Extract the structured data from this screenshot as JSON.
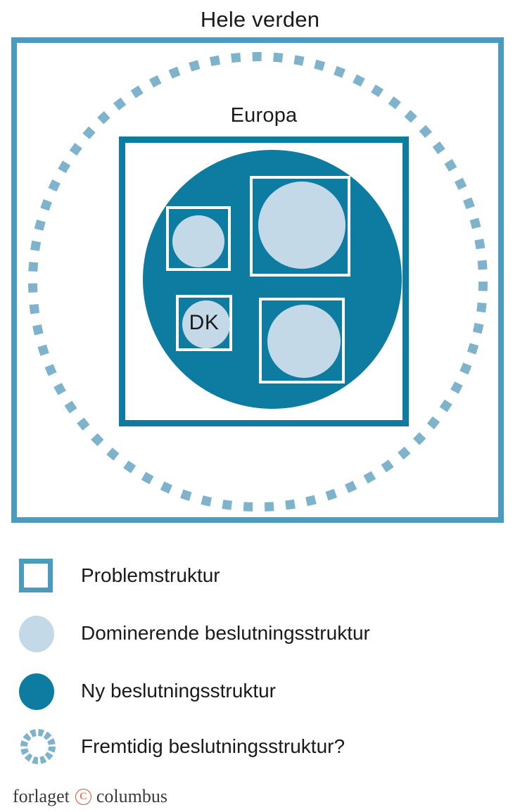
{
  "diagram": {
    "world_label": "Hele verden",
    "europa_label": "Europa",
    "dk_label": "DK",
    "colors": {
      "outer_frame_blue": "#4a9bbd",
      "europa_frame_blue": "#0e7ba0",
      "new_structure_blue": "#0e7ba0",
      "dominant_structure_light_blue": "#c3d9e8",
      "dotted_circle_blue": "#7fb3cc",
      "inner_box_border_white": "#ffffff",
      "text_black": "#1a1a1a",
      "logo_orange": "#e0502a"
    },
    "inner_boxes": [
      {
        "name": "top-left",
        "label": ""
      },
      {
        "name": "top-right",
        "label": ""
      },
      {
        "name": "bottom-left",
        "label": "DK"
      },
      {
        "name": "bottom-right",
        "label": ""
      }
    ]
  },
  "legend": {
    "items": [
      {
        "marker": "square-outline",
        "label": "Problemstruktur"
      },
      {
        "marker": "light-blue-circle",
        "label": "Dominerende beslutningsstruktur"
      },
      {
        "marker": "dark-blue-circle",
        "label": "Ny beslutningsstruktur"
      },
      {
        "marker": "dotted-circle",
        "label": "Fremtidig beslutningsstruktur?"
      }
    ]
  },
  "footer": {
    "word_before": "forlaget",
    "copyright_glyph": "C",
    "word_after": "columbus"
  }
}
